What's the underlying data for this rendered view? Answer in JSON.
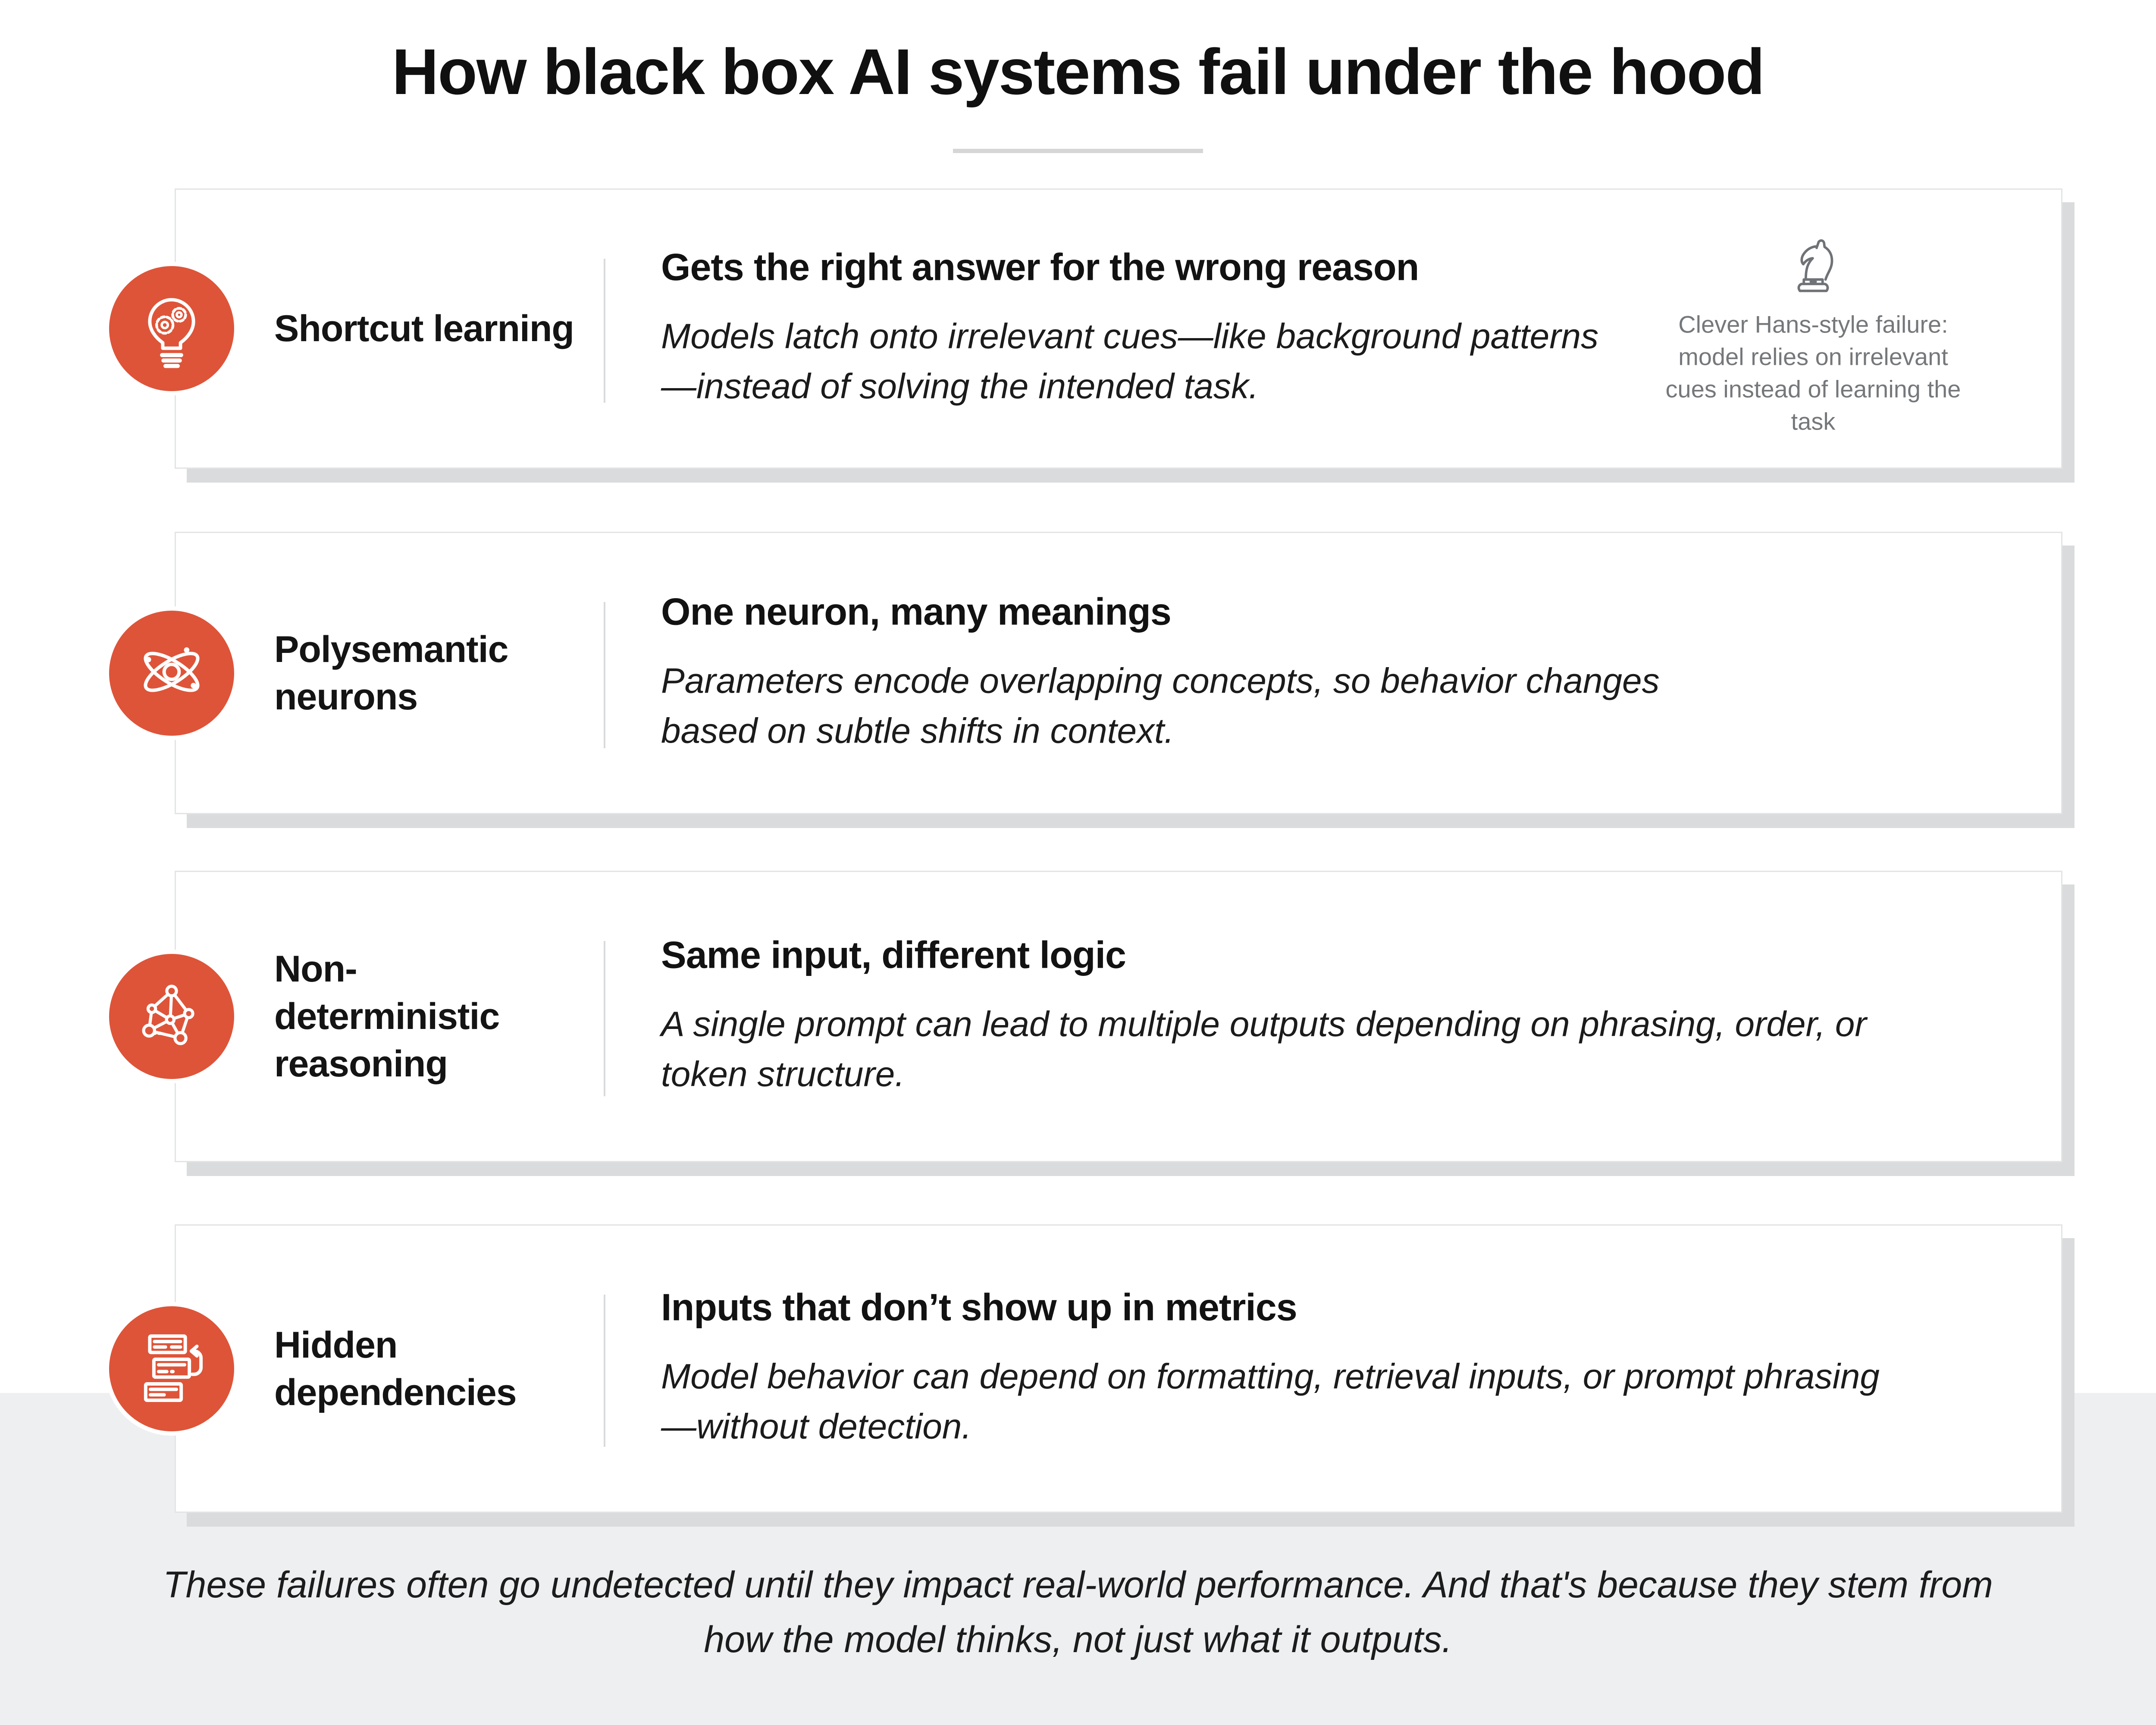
{
  "header": {
    "title": "How black box AI systems fail under the hood"
  },
  "colors": {
    "accent_orange": "#DE5439",
    "text_black": "#141414",
    "muted_gray": "#75787B",
    "card_border": "#E3E4E5",
    "card_shadow": "#D9DBDC",
    "rule_gray": "#D8DADB",
    "background_top": "#FFFFFF",
    "background_bottom": "#EDEFF1"
  },
  "cards": [
    {
      "icon": "lightbulb-gears-icon",
      "label": "Shortcut learning",
      "headline": "Gets the right answer for the wrong reason",
      "body": "Models latch onto irrelevant cues—like background patterns—instead of solving the intended task.",
      "aside": {
        "icon": "chess-knight-icon",
        "caption": "Clever Hans-style failure: model relies on irrelevant cues instead of learning the task"
      }
    },
    {
      "icon": "atom-icon",
      "label": "Polysemantic neurons",
      "headline": "One neuron, many meanings",
      "body": "Parameters encode overlapping concepts, so behavior changes based on subtle shifts in context."
    },
    {
      "icon": "network-graph-icon",
      "label": "Non-deterministic reasoning",
      "headline": "Same input, different logic",
      "body": "A single prompt can lead to multiple outputs depending on phrasing, order, or token structure."
    },
    {
      "icon": "documents-loop-icon",
      "label": "Hidden dependencies",
      "headline": "Inputs that don’t show up in metrics",
      "body": "Model behavior can depend on formatting, retrieval inputs, or prompt phrasing—without detection."
    }
  ],
  "footer": {
    "text": "These failures often go undetected until they impact real-world performance. And that's because they stem from how the model thinks, not just what it outputs."
  }
}
